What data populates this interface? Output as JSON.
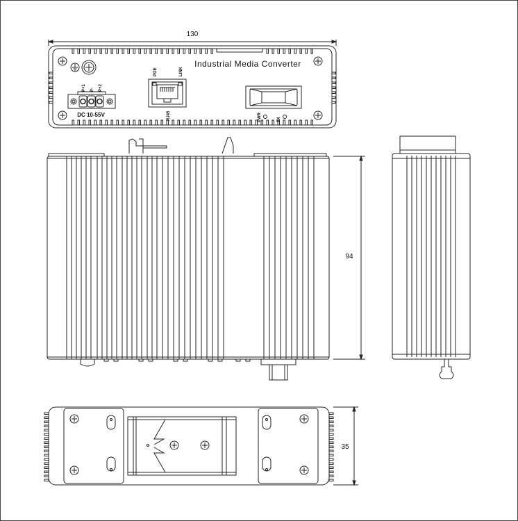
{
  "dimensions": {
    "width": "130",
    "height": "94",
    "depth": "35"
  },
  "front_panel": {
    "title": "Industrial  Media Converter",
    "power_label": "DC 10-55V",
    "terminal_labels": [
      "P+1",
      "P-",
      "P+2"
    ],
    "poe_label": "POE",
    "link_label": "LINK",
    "rj45_label": "RJ45",
    "pwr_label": "PWR",
    "fx_label": "FX"
  },
  "colors": {
    "line": "#222222",
    "background": "#ffffff"
  }
}
